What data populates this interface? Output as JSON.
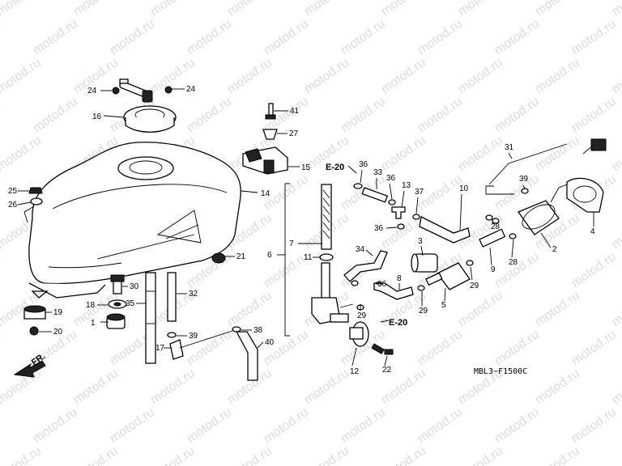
{
  "watermark": "motod.ru",
  "diagram_code": "MBL3−F1500C",
  "front_marker": "FR.",
  "cross_references": [
    "E-20",
    "E-20"
  ],
  "callouts": [
    "1",
    "2",
    "3",
    "4",
    "5",
    "6",
    "7",
    "8",
    "9",
    "10",
    "11",
    "12",
    "13",
    "14",
    "15",
    "16",
    "17",
    "18",
    "19",
    "20",
    "21",
    "22",
    "24",
    "24",
    "25",
    "26",
    "27",
    "28",
    "28",
    "29",
    "29",
    "29",
    "30",
    "31",
    "32",
    "33",
    "34",
    "35",
    "36",
    "36",
    "36",
    "36",
    "37",
    "38",
    "39",
    "39",
    "40",
    "41"
  ],
  "colors": {
    "line": "#000000",
    "background": "#ffffff",
    "watermark": "#dcdcdc"
  }
}
